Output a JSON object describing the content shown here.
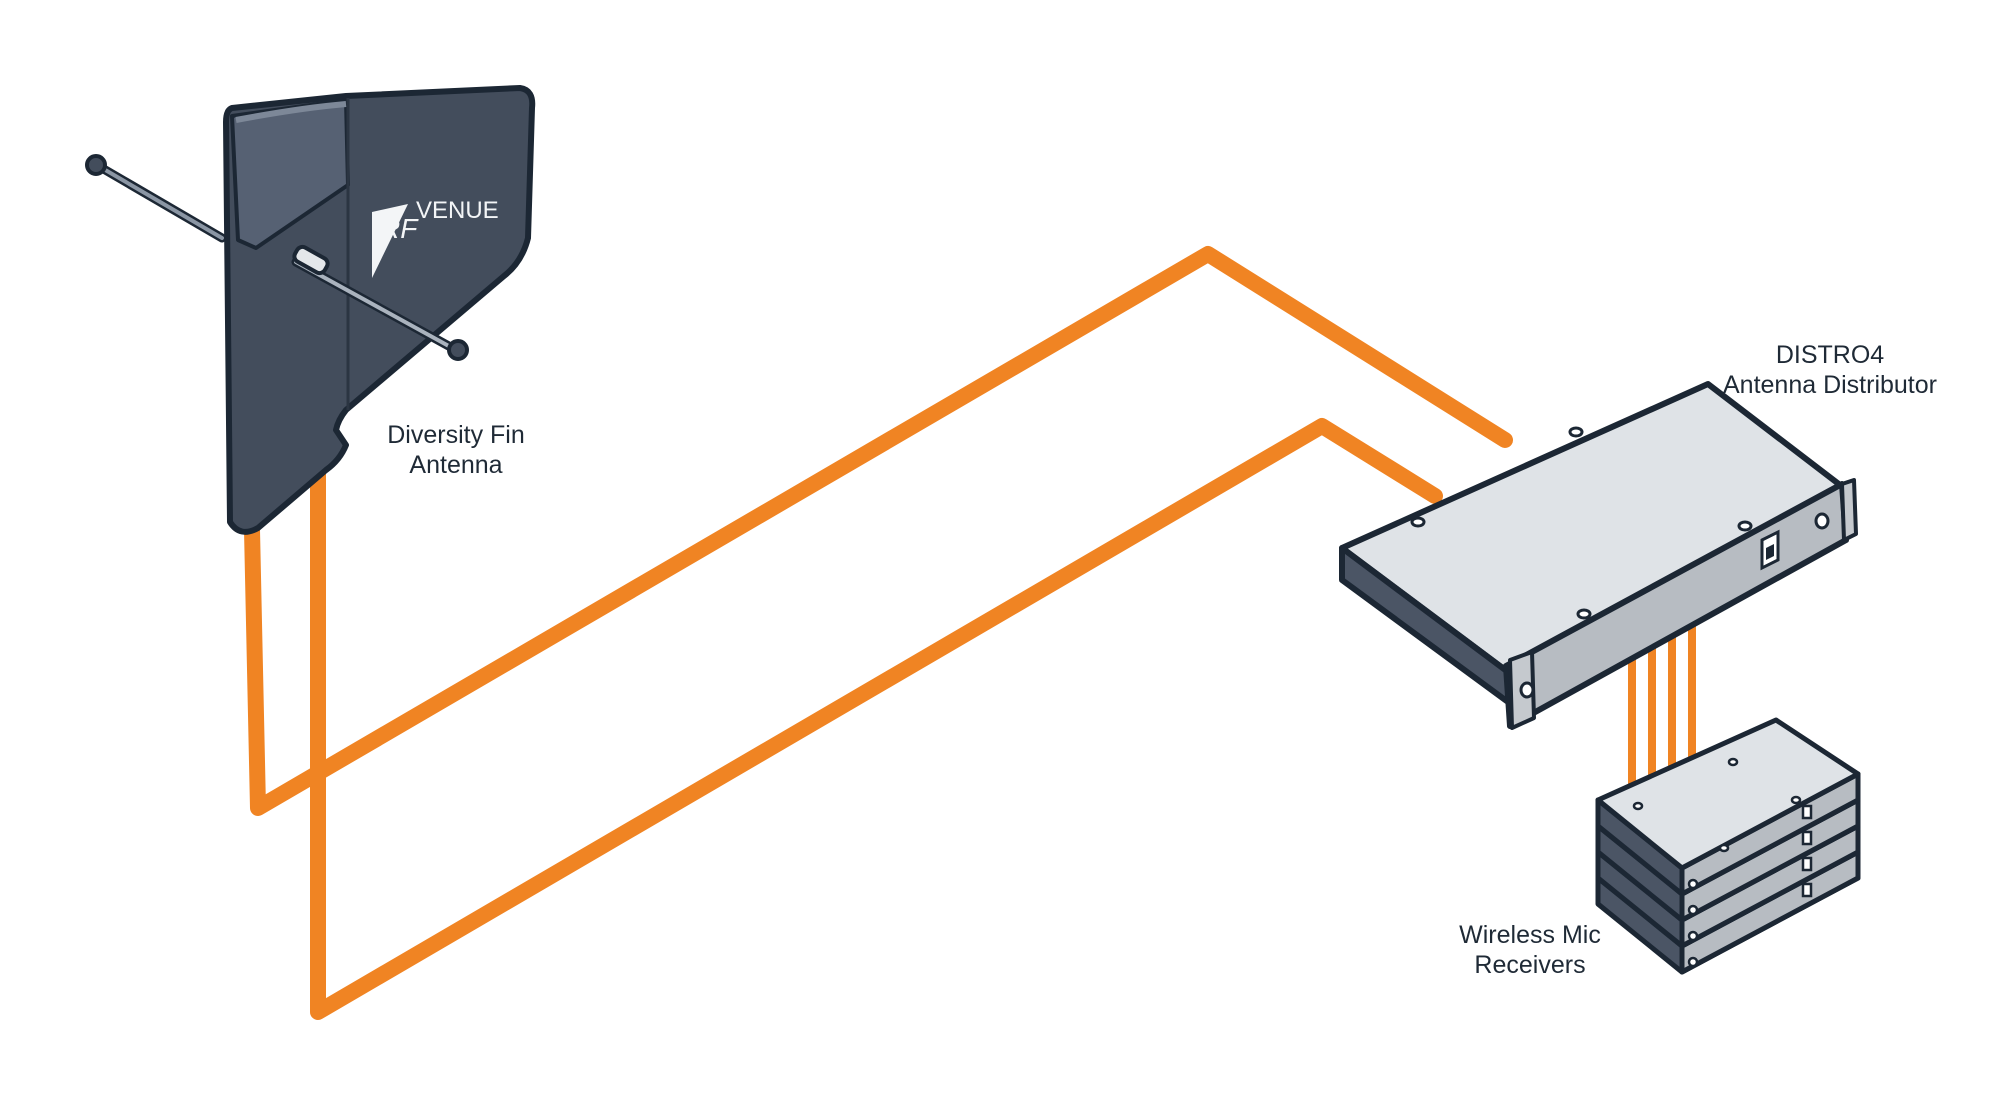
{
  "labels": {
    "antenna": {
      "line1": "Diversity Fin",
      "line2": "Antenna"
    },
    "distributor": {
      "line1": "DISTRO4",
      "line2": "Antenna Distributor"
    },
    "receivers": {
      "line1": "Wireless Mic",
      "line2": "Receivers"
    }
  },
  "logo": {
    "brand_left": "RF",
    "brand_right": "VENUE"
  },
  "colors": {
    "cable": "#f08423",
    "antenna_body": "#434d5c",
    "outline": "#1c2734",
    "device_top": "#dfe3e7",
    "device_side": "#4b5565",
    "front_panel": "#b7bcc2"
  },
  "icons": [
    "rf-venue-logo",
    "power-switch-icon"
  ]
}
